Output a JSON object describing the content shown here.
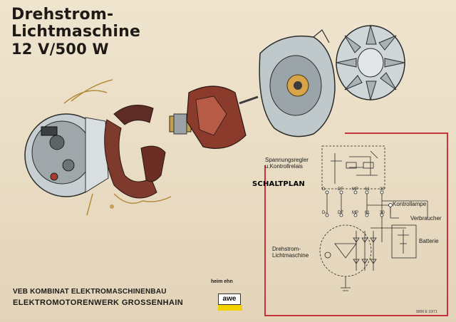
{
  "title": {
    "line1": "Drehstrom-",
    "line2": "Lichtmaschine",
    "line3": "12 V/500 W"
  },
  "schematic": {
    "heading": "SCHALTPLAN",
    "regulator_label_1": "Spannungsregler",
    "regulator_label_2": "u.Kontrollrelais",
    "alternator_label_1": "Drehstrom-",
    "alternator_label_2": "Lichtmaschine",
    "lamp_label": "Kontrollampe",
    "consumer_label": "Verbraucher",
    "battery_label": "Batterie",
    "top_terminals": [
      "D-",
      "DF",
      "MP",
      "61",
      "30"
    ],
    "bottom_terminals": [
      "D-",
      "DF",
      "MP",
      "61",
      "30"
    ]
  },
  "maker": {
    "line1": "VEB KOMBINAT ELEKTROMASCHINENBAU",
    "line2": "ELEKTROMOTORENWERK GROSSENHAIN"
  },
  "logos": {
    "heim": "heim ehn",
    "awe": "awe"
  },
  "code": "9006 E 10/71",
  "colors": {
    "paper": "#eadcc3",
    "frame_red": "#c7343c",
    "ink": "#1f1a16",
    "copper": "#8a3b2c",
    "steel": "#b9c3c7"
  }
}
